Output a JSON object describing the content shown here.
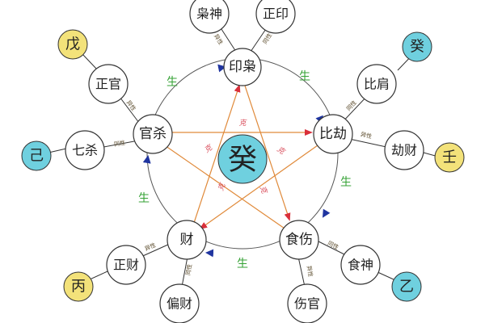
{
  "center": {
    "label": "癸",
    "color": "#6fd0df"
  },
  "core_nodes": {
    "yinxiao": "印枭",
    "bijie": "比劫",
    "shishang": "食伤",
    "cai": "财",
    "guansha": "官杀"
  },
  "outer_nodes": {
    "xiaoshen": "枭神",
    "zhengyin": "正印",
    "bijian": "比肩",
    "jiecai": "劫财",
    "shishen": "食神",
    "shangguan": "伤官",
    "piancai": "偏财",
    "zhengcai": "正财",
    "qisha": "七杀",
    "zhengguan": "正官"
  },
  "stems": {
    "wu": {
      "label": "戊",
      "color": "#f3e27a"
    },
    "gui": {
      "label": "癸",
      "color": "#6fd0df"
    },
    "ji": {
      "label": "己",
      "color": "#6fd0df"
    },
    "ren": {
      "label": "壬",
      "color": "#f3e27a"
    },
    "bing": {
      "label": "丙",
      "color": "#f3e27a"
    },
    "yi": {
      "label": "乙",
      "color": "#6fd0df"
    }
  },
  "sheng_label": "生",
  "ke_label": "克",
  "yin_yang": {
    "yinxiao_left": "异性",
    "yinxiao_right": "同性",
    "bijie_upper": "同性",
    "bijie_lower": "异性",
    "shishang_upper": "同性",
    "shishang_lower": "异性",
    "cai_left": "异性",
    "cai_lower": "同性",
    "guansha_upper": "异性",
    "guansha_left": "同性"
  },
  "colors": {
    "sheng_arrow": "#2035a0",
    "ke_arrow": "#e08a3a",
    "ke_arrowhead": "#d92f3a",
    "node_stroke": "#333333"
  }
}
